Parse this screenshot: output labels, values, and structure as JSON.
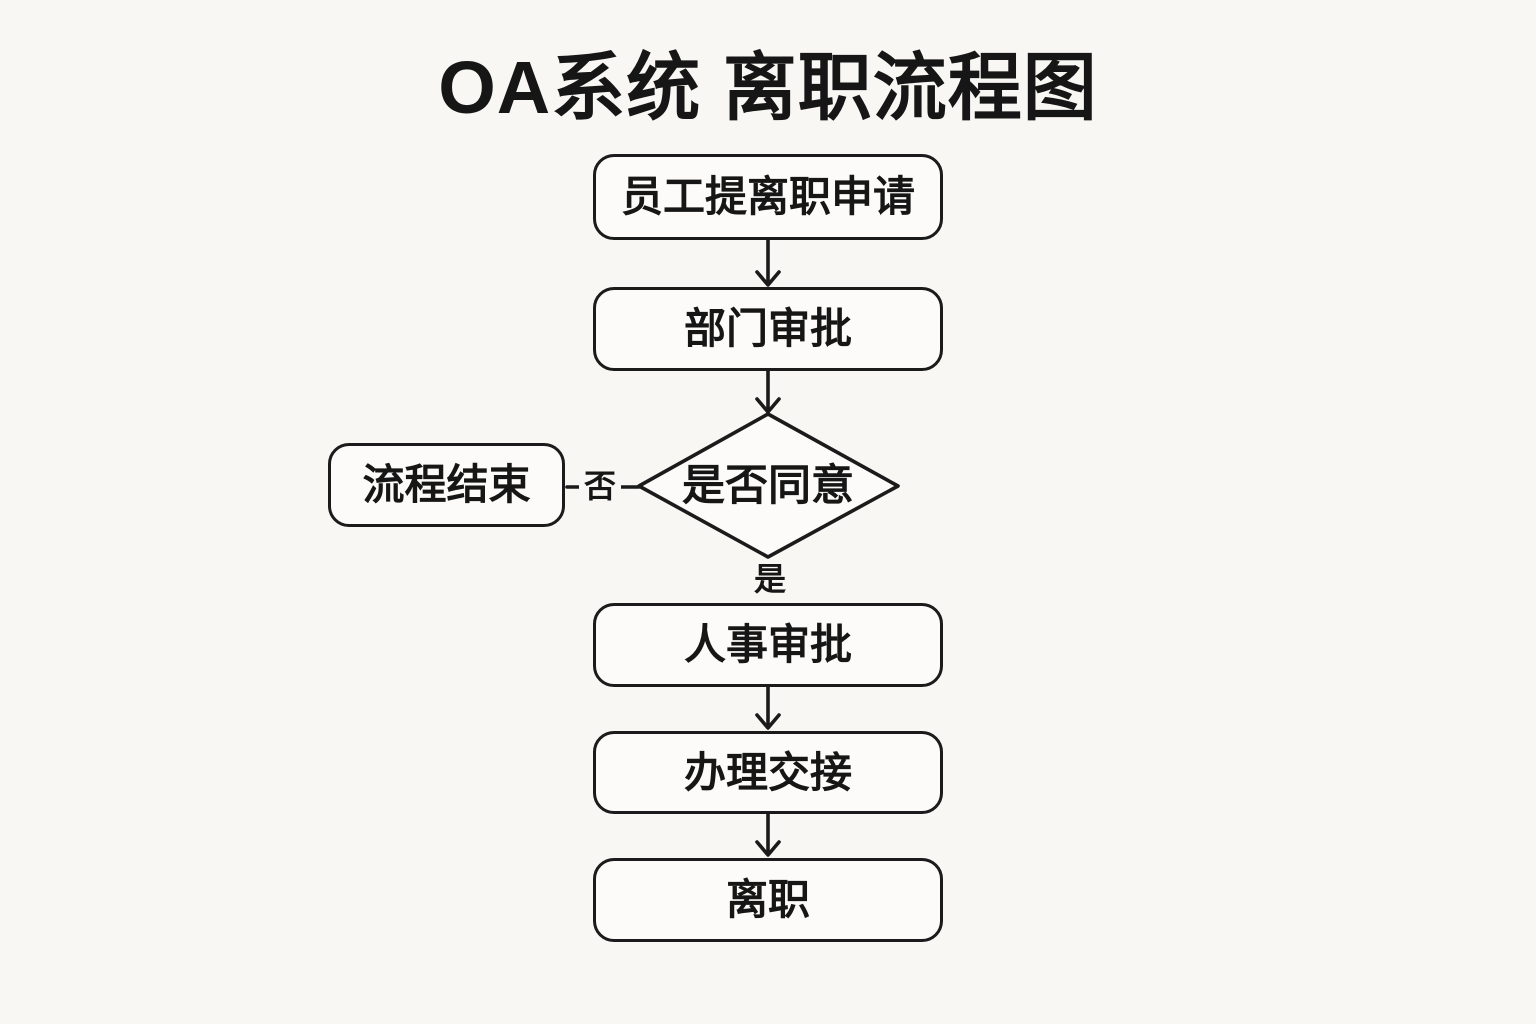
{
  "title": "OA系统 离职流程图",
  "colors": {
    "background": "#f8f7f4",
    "node_fill": "#fcfbf9",
    "stroke": "#1b1b1b",
    "text": "#161616"
  },
  "flowchart": {
    "direction": "top-down",
    "nodes": [
      {
        "id": "start",
        "type": "rounded-rect",
        "label": "员工提离职申请"
      },
      {
        "id": "dept-approval",
        "type": "rounded-rect",
        "label": "部门审批"
      },
      {
        "id": "decision",
        "type": "diamond",
        "label": "是否同意"
      },
      {
        "id": "process-end",
        "type": "rounded-rect",
        "label": "流程结束"
      },
      {
        "id": "hr-approval",
        "type": "rounded-rect",
        "label": "人事审批"
      },
      {
        "id": "handover",
        "type": "rounded-rect",
        "label": "办理交接"
      },
      {
        "id": "resign",
        "type": "rounded-rect",
        "label": "离职"
      }
    ],
    "edges": [
      {
        "from": "start",
        "to": "dept-approval",
        "label": ""
      },
      {
        "from": "dept-approval",
        "to": "decision",
        "label": ""
      },
      {
        "from": "decision",
        "to": "process-end",
        "label": "否"
      },
      {
        "from": "decision",
        "to": "hr-approval",
        "label": "是"
      },
      {
        "from": "hr-approval",
        "to": "handover",
        "label": ""
      },
      {
        "from": "handover",
        "to": "resign",
        "label": ""
      }
    ]
  }
}
